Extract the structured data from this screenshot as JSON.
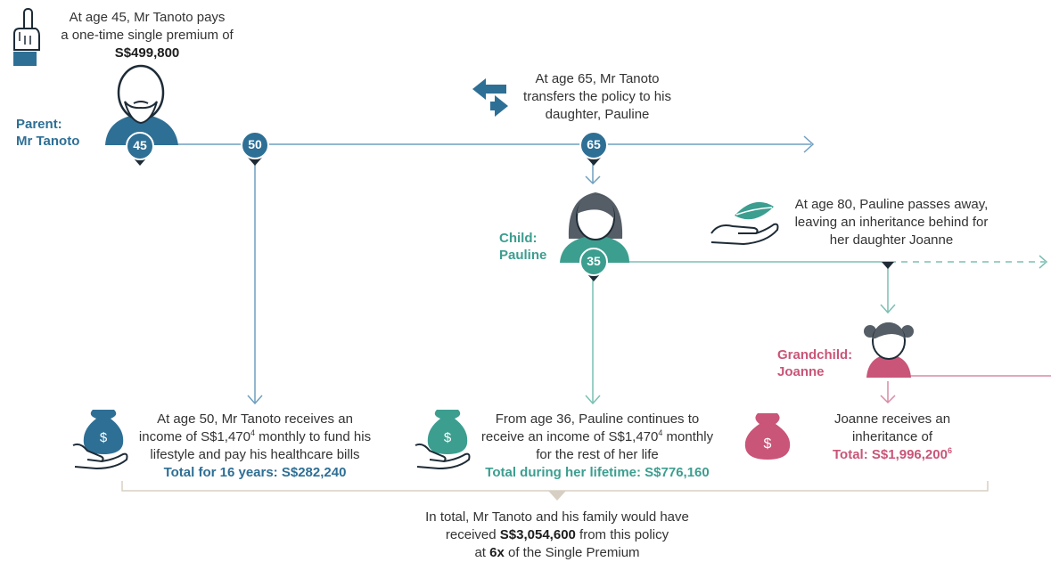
{
  "parent": {
    "label_line1": "Parent:",
    "label_line2": "Mr Tanoto",
    "premium_text_line1": "At age 45, Mr Tanoto pays",
    "premium_text_line2": "a one-time single premium of",
    "premium_amount": "S$499,800",
    "markers": [
      "45",
      "50",
      "65"
    ],
    "transfer_text_line1": "At age 65, Mr Tanoto",
    "transfer_text_line2": "transfers the policy to his",
    "transfer_text_line3": "daughter, Pauline",
    "income_text_line1": "At age 50, Mr Tanoto receives an",
    "income_text_line2_pre": "income of S$1,470",
    "income_text_line2_sup": "4",
    "income_text_line2_post": " monthly to fund his",
    "income_text_line3": "lifestyle and pay his healthcare bills",
    "income_total": "Total for 16 years: S$282,240"
  },
  "child": {
    "label_line1": "Child:",
    "label_line2": "Pauline",
    "marker": "35",
    "passing_text_line1": "At age 80, Pauline passes away,",
    "passing_text_line2": "leaving an inheritance behind for",
    "passing_text_line3": "her daughter Joanne",
    "income_text_line1": "From age 36, Pauline continues to",
    "income_text_line2_pre": "receive an income of S$1,470",
    "income_text_line2_sup": "4",
    "income_text_line2_post": " monthly",
    "income_text_line3": "for the rest of her life",
    "income_total": "Total during her lifetime: S$776,160"
  },
  "grandchild": {
    "label_line1": "Grandchild:",
    "label_line2": "Joanne",
    "inherit_text_line1": "Joanne receives an",
    "inherit_text_line2": "inheritance of",
    "inherit_total": "Total: S$1,996,200",
    "inherit_total_sup": "6"
  },
  "summary": {
    "line1": "In total, Mr Tanoto and his family would have",
    "line2_pre": "received ",
    "line2_amount": "S$3,054,600",
    "line2_post": " from this policy",
    "line3_pre": "at ",
    "line3_bold": "6x",
    "line3_post": " of the Single Premium"
  },
  "colors": {
    "blue": "#2e6f95",
    "teal": "#3c9e8f",
    "pink": "#c95578",
    "dark": "#1d2b36",
    "line_blue": "#6f9fbf",
    "line_teal": "#7cbfb3",
    "line_pink": "#d98aa3",
    "bracket": "#d7cfc3"
  },
  "icons": {
    "hand_pointing": "pointing-hand-icon",
    "transfer": "transfer-arrows-icon",
    "leaf_hand": "leaf-in-hand-icon",
    "money_bag": "money-bag-icon"
  }
}
